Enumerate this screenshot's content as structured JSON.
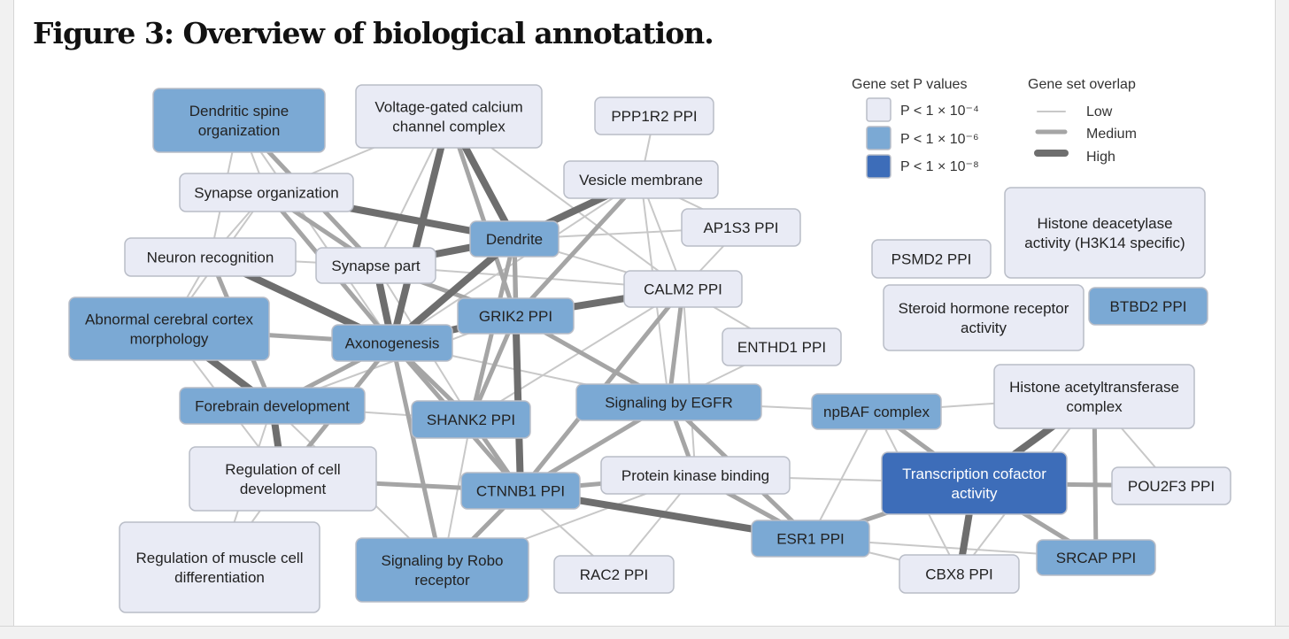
{
  "page_title": "Figure 3: Overview of biological annotation.",
  "colors": {
    "light": "#e9ebf5",
    "medium": "#7ba9d4",
    "dark": "#3d6db9",
    "edge_low": "#c8c8c8",
    "edge_medium": "#a5a5a5",
    "edge_high": "#6e6e6e"
  },
  "legend": {
    "pvalue_title": "Gene set P values",
    "pvalue_items": [
      {
        "label": "P < 1 × 10⁻⁴",
        "level": "light"
      },
      {
        "label": "P < 1 × 10⁻⁶",
        "level": "medium"
      },
      {
        "label": "P < 1 × 10⁻⁸",
        "level": "dark"
      }
    ],
    "overlap_title": "Gene set overlap",
    "overlap_items": [
      {
        "label": "Low",
        "level": "low"
      },
      {
        "label": "Medium",
        "level": "medium"
      },
      {
        "label": "High",
        "level": "high"
      }
    ]
  },
  "nodes": [
    {
      "id": "dendritic_spine",
      "lines": [
        "Dendritic spine",
        "organization"
      ],
      "level": "medium"
    },
    {
      "id": "vgcc",
      "lines": [
        "Voltage-gated calcium",
        "channel complex"
      ],
      "level": "light"
    },
    {
      "id": "ppp1r2",
      "lines": [
        "PPP1R2 PPI"
      ],
      "level": "light"
    },
    {
      "id": "vesicle",
      "lines": [
        "Vesicle membrane"
      ],
      "level": "light"
    },
    {
      "id": "synapse_org",
      "lines": [
        "Synapse organization"
      ],
      "level": "light"
    },
    {
      "id": "ap1s3",
      "lines": [
        "AP1S3 PPI"
      ],
      "level": "light"
    },
    {
      "id": "dendrite",
      "lines": [
        "Dendrite"
      ],
      "level": "medium"
    },
    {
      "id": "neuron_recog",
      "lines": [
        "Neuron recognition"
      ],
      "level": "light"
    },
    {
      "id": "synapse_part",
      "lines": [
        "Synapse part"
      ],
      "level": "light"
    },
    {
      "id": "calm2",
      "lines": [
        "CALM2 PPI"
      ],
      "level": "light"
    },
    {
      "id": "abnormal_cortex",
      "lines": [
        "Abnormal cerebral cortex",
        "morphology"
      ],
      "level": "medium"
    },
    {
      "id": "grik2",
      "lines": [
        "GRIK2 PPI"
      ],
      "level": "medium"
    },
    {
      "id": "axonogenesis",
      "lines": [
        "Axonogenesis"
      ],
      "level": "medium"
    },
    {
      "id": "enthd1",
      "lines": [
        "ENTHD1 PPI"
      ],
      "level": "light"
    },
    {
      "id": "forebrain",
      "lines": [
        "Forebrain development"
      ],
      "level": "medium"
    },
    {
      "id": "shank2",
      "lines": [
        "SHANK2 PPI"
      ],
      "level": "medium"
    },
    {
      "id": "egfr",
      "lines": [
        "Signaling by EGFR"
      ],
      "level": "medium"
    },
    {
      "id": "reg_cell_dev",
      "lines": [
        "Regulation of cell",
        "development"
      ],
      "level": "light"
    },
    {
      "id": "ctnnb1",
      "lines": [
        "CTNNB1 PPI"
      ],
      "level": "medium"
    },
    {
      "id": "pkb",
      "lines": [
        "Protein kinase binding"
      ],
      "level": "light"
    },
    {
      "id": "reg_muscle",
      "lines": [
        "Regulation of muscle cell",
        "differentiation"
      ],
      "level": "light"
    },
    {
      "id": "robo",
      "lines": [
        "Signaling by Robo",
        "receptor"
      ],
      "level": "medium"
    },
    {
      "id": "rac2",
      "lines": [
        "RAC2 PPI"
      ],
      "level": "light"
    },
    {
      "id": "esr1",
      "lines": [
        "ESR1 PPI"
      ],
      "level": "medium"
    },
    {
      "id": "npbaf",
      "lines": [
        "npBAF complex"
      ],
      "level": "medium"
    },
    {
      "id": "tcf",
      "lines": [
        "Transcription cofactor",
        "activity"
      ],
      "level": "dark"
    },
    {
      "id": "hat",
      "lines": [
        "Histone acetyltransferase",
        "complex"
      ],
      "level": "light"
    },
    {
      "id": "pou2f3",
      "lines": [
        "POU2F3 PPI"
      ],
      "level": "light"
    },
    {
      "id": "srcap",
      "lines": [
        "SRCAP PPI"
      ],
      "level": "medium"
    },
    {
      "id": "cbx8",
      "lines": [
        "CBX8 PPI"
      ],
      "level": "light"
    },
    {
      "id": "psmd2",
      "lines": [
        "PSMD2 PPI"
      ],
      "level": "light"
    },
    {
      "id": "hdac",
      "lines": [
        "Histone deacetylase",
        "activity (H3K14 specific)"
      ],
      "level": "light"
    },
    {
      "id": "steroid",
      "lines": [
        "Steroid hormone receptor",
        "activity"
      ],
      "level": "light"
    },
    {
      "id": "btbd2",
      "lines": [
        "BTBD2 PPI"
      ],
      "level": "medium"
    }
  ],
  "edges": [
    [
      "vgcc",
      "axonogenesis",
      "high"
    ],
    [
      "vgcc",
      "dendrite",
      "high"
    ],
    [
      "vgcc",
      "synapse_part",
      "low"
    ],
    [
      "vgcc",
      "grik2",
      "medium"
    ],
    [
      "vgcc",
      "synapse_org",
      "low"
    ],
    [
      "vgcc",
      "calm2",
      "low"
    ],
    [
      "dendritic_spine",
      "synapse_part",
      "medium"
    ],
    [
      "dendritic_spine",
      "axonogenesis",
      "low"
    ],
    [
      "dendritic_spine",
      "synapse_org",
      "low"
    ],
    [
      "dendritic_spine",
      "neuron_recog",
      "low"
    ],
    [
      "synapse_org",
      "dendrite",
      "high"
    ],
    [
      "synapse_org",
      "axonogenesis",
      "medium"
    ],
    [
      "synapse_org",
      "synapse_part",
      "medium"
    ],
    [
      "synapse_org",
      "neuron_recog",
      "low"
    ],
    [
      "synapse_org",
      "abnormal_cortex",
      "low"
    ],
    [
      "neuron_recog",
      "axonogenesis",
      "high"
    ],
    [
      "neuron_recog",
      "synapse_part",
      "low"
    ],
    [
      "neuron_recog",
      "abnormal_cortex",
      "low"
    ],
    [
      "neuron_recog",
      "forebrain",
      "medium"
    ],
    [
      "synapse_part",
      "dendrite",
      "high"
    ],
    [
      "synapse_part",
      "grik2",
      "medium"
    ],
    [
      "synapse_part",
      "axonogenesis",
      "high"
    ],
    [
      "synapse_part",
      "calm2",
      "low"
    ],
    [
      "synapse_part",
      "shank2",
      "low"
    ],
    [
      "dendrite",
      "axonogenesis",
      "high"
    ],
    [
      "dendrite",
      "grik2",
      "medium"
    ],
    [
      "dendrite",
      "vesicle",
      "high"
    ],
    [
      "dendrite",
      "calm2",
      "low"
    ],
    [
      "dendrite",
      "shank2",
      "medium"
    ],
    [
      "dendrite",
      "ctnnb1",
      "medium"
    ],
    [
      "vesicle",
      "grik2",
      "medium"
    ],
    [
      "vesicle",
      "calm2",
      "low"
    ],
    [
      "vesicle",
      "axonogenesis",
      "low"
    ],
    [
      "vesicle",
      "egfr",
      "low"
    ],
    [
      "vesicle",
      "ap1s3",
      "low"
    ],
    [
      "vesicle",
      "ppp1r2",
      "low"
    ],
    [
      "ap1s3",
      "calm2",
      "low"
    ],
    [
      "ap1s3",
      "dendrite",
      "low"
    ],
    [
      "grik2",
      "calm2",
      "high"
    ],
    [
      "grik2",
      "axonogenesis",
      "high"
    ],
    [
      "grik2",
      "ctnnb1",
      "high"
    ],
    [
      "grik2",
      "shank2",
      "medium"
    ],
    [
      "grik2",
      "egfr",
      "medium"
    ],
    [
      "grik2",
      "forebrain",
      "low"
    ],
    [
      "calm2",
      "egfr",
      "medium"
    ],
    [
      "calm2",
      "ctnnb1",
      "medium"
    ],
    [
      "calm2",
      "shank2",
      "low"
    ],
    [
      "calm2",
      "pkb",
      "low"
    ],
    [
      "abnormal_cortex",
      "axonogenesis",
      "medium"
    ],
    [
      "abnormal_cortex",
      "forebrain",
      "high"
    ],
    [
      "abnormal_cortex",
      "reg_cell_dev",
      "low"
    ],
    [
      "axonogenesis",
      "forebrain",
      "medium"
    ],
    [
      "axonogenesis",
      "shank2",
      "medium"
    ],
    [
      "axonogenesis",
      "ctnnb1",
      "medium"
    ],
    [
      "axonogenesis",
      "robo",
      "medium"
    ],
    [
      "axonogenesis",
      "reg_cell_dev",
      "medium"
    ],
    [
      "axonogenesis",
      "egfr",
      "low"
    ],
    [
      "forebrain",
      "reg_cell_dev",
      "high"
    ],
    [
      "forebrain",
      "shank2",
      "low"
    ],
    [
      "forebrain",
      "reg_muscle",
      "low"
    ],
    [
      "forebrain",
      "robo",
      "low"
    ],
    [
      "shank2",
      "ctnnb1",
      "medium"
    ],
    [
      "shank2",
      "robo",
      "low"
    ],
    [
      "egfr",
      "ctnnb1",
      "medium"
    ],
    [
      "egfr",
      "pkb",
      "medium"
    ],
    [
      "egfr",
      "esr1",
      "medium"
    ],
    [
      "egfr",
      "enthd1",
      "low"
    ],
    [
      "egfr",
      "npbaf",
      "low"
    ],
    [
      "enthd1",
      "calm2",
      "low"
    ],
    [
      "reg_cell_dev",
      "ctnnb1",
      "medium"
    ],
    [
      "reg_cell_dev",
      "reg_muscle",
      "low"
    ],
    [
      "ctnnb1",
      "pkb",
      "medium"
    ],
    [
      "ctnnb1",
      "esr1",
      "high"
    ],
    [
      "ctnnb1",
      "robo",
      "medium"
    ],
    [
      "ctnnb1",
      "rac2",
      "low"
    ],
    [
      "pkb",
      "esr1",
      "medium"
    ],
    [
      "pkb",
      "rac2",
      "low"
    ],
    [
      "pkb",
      "tcf",
      "low"
    ],
    [
      "pkb",
      "robo",
      "low"
    ],
    [
      "esr1",
      "tcf",
      "medium"
    ],
    [
      "esr1",
      "npbaf",
      "low"
    ],
    [
      "esr1",
      "cbx8",
      "low"
    ],
    [
      "esr1",
      "srcap",
      "low"
    ],
    [
      "npbaf",
      "tcf",
      "medium"
    ],
    [
      "npbaf",
      "hat",
      "low"
    ],
    [
      "npbaf",
      "cbx8",
      "low"
    ],
    [
      "tcf",
      "hat",
      "high"
    ],
    [
      "tcf",
      "pou2f3",
      "medium"
    ],
    [
      "tcf",
      "cbx8",
      "high"
    ],
    [
      "tcf",
      "srcap",
      "medium"
    ],
    [
      "hat",
      "srcap",
      "medium"
    ],
    [
      "hat",
      "cbx8",
      "low"
    ],
    [
      "hat",
      "pou2f3",
      "low"
    ]
  ]
}
